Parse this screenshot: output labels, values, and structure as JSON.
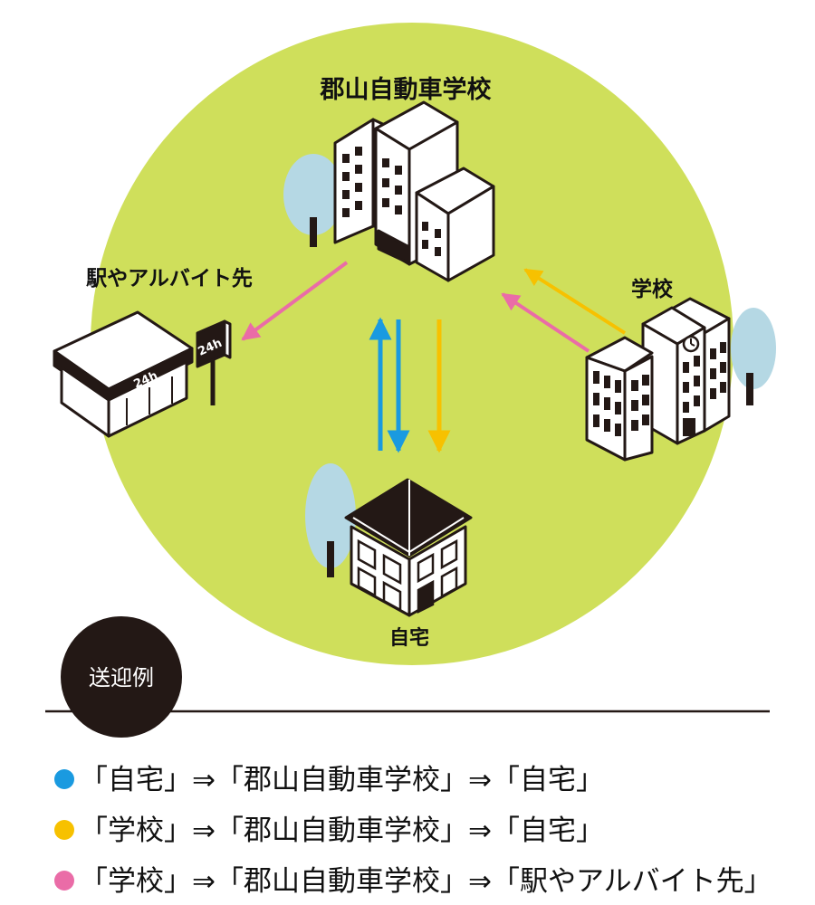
{
  "labels": {
    "driving_school": "郡山自動車学校",
    "station_job": "駅やアルバイト先",
    "school": "学校",
    "home": "自宅",
    "store_sign": "24h",
    "store_awning": "24h"
  },
  "section_badge": "送迎例",
  "routes": [
    {
      "text": "「自宅」⇒「郡山自動車学校」⇒「自宅」",
      "color": "#1a9ae0"
    },
    {
      "text": "「学校」⇒「郡山自動車学校」⇒「自宅」",
      "color": "#f7c100"
    },
    {
      "text": "「学校」⇒「郡山自動車学校」⇒「駅やアルバイト先」",
      "color": "#ea6ca7"
    }
  ],
  "colors": {
    "circle": "#cfdf5b",
    "tree": "#b5d8e4",
    "blue": "#1a9ae0",
    "yellow": "#f7c100",
    "pink": "#ea6ca7",
    "black": "#231815"
  },
  "icons": [
    "tree-icon",
    "building-icon",
    "store-icon",
    "school-icon",
    "house-icon",
    "clock-icon"
  ]
}
